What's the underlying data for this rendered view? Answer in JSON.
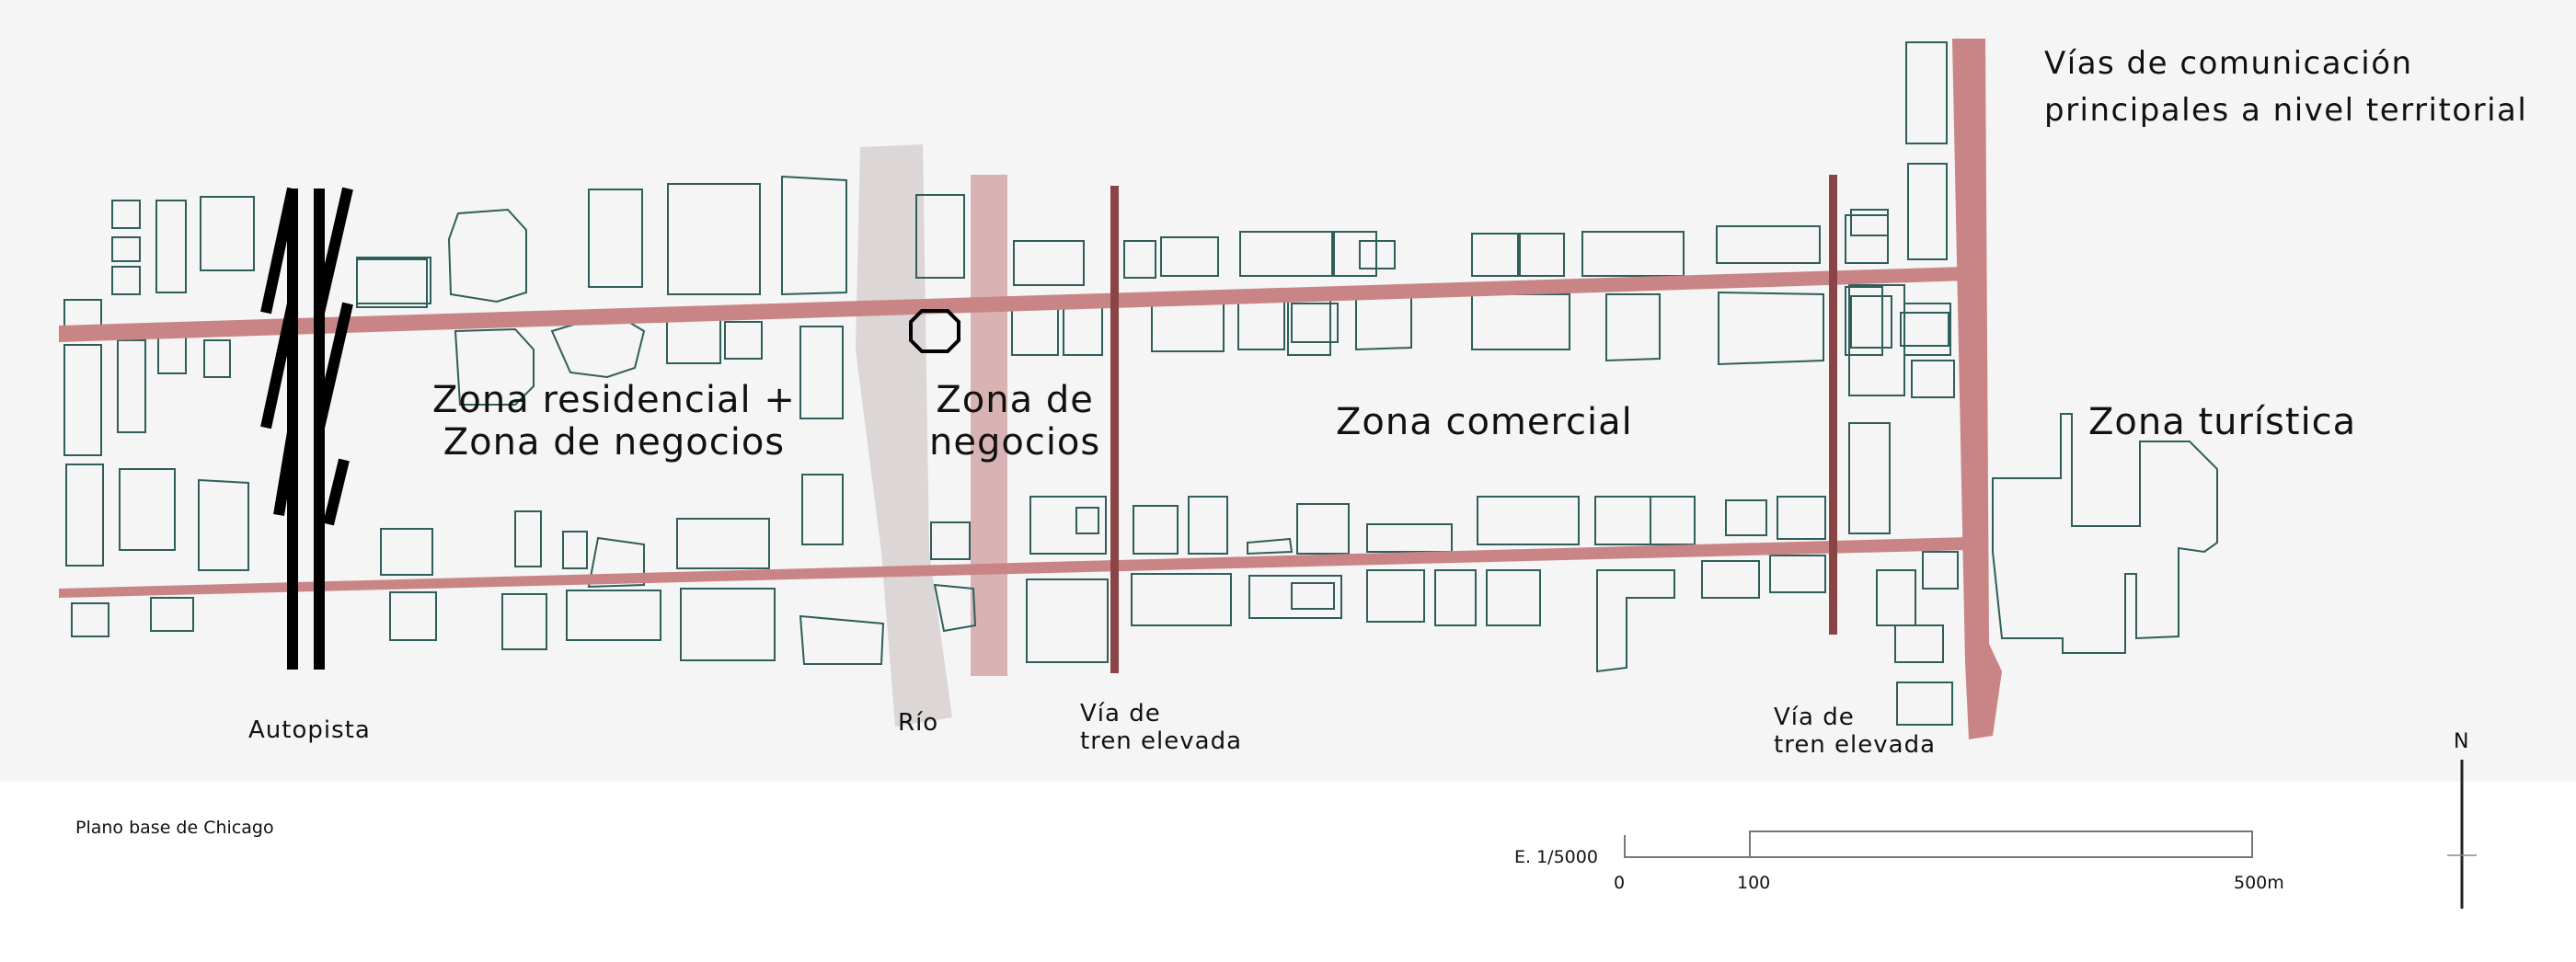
{
  "map": {
    "title": "Vías de comunicación principales a nivel territorial",
    "title_line1": "Vías de comunicación",
    "title_line2": "principales a nivel territorial",
    "colors": {
      "background": "#ffffff",
      "paper": "#f4f5f4",
      "avenue": "#c98585",
      "elevated_rail": "#8a4446",
      "highway": "#000000",
      "river": "#d9d3d3",
      "building_outline": "#2f5e5b"
    }
  },
  "zones": {
    "residential_line1": "Zona residencial +",
    "residential_line2": "Zona de negocios",
    "business_line1": "Zona de",
    "business_line2": "negocios",
    "commercial": "Zona comercial",
    "tourist": "Zona turística"
  },
  "features": {
    "highway": "Autopista",
    "river": "Río",
    "rail1_line1": "Vía de",
    "rail1_line2": "tren elevada",
    "rail2_line1": "Vía de",
    "rail2_line2": "tren elevada"
  },
  "footer": {
    "caption": "Plano base de Chicago",
    "scale_label": "E. 1/5000",
    "scale_ticks": [
      "0",
      "100",
      "500m"
    ],
    "north": "N"
  }
}
